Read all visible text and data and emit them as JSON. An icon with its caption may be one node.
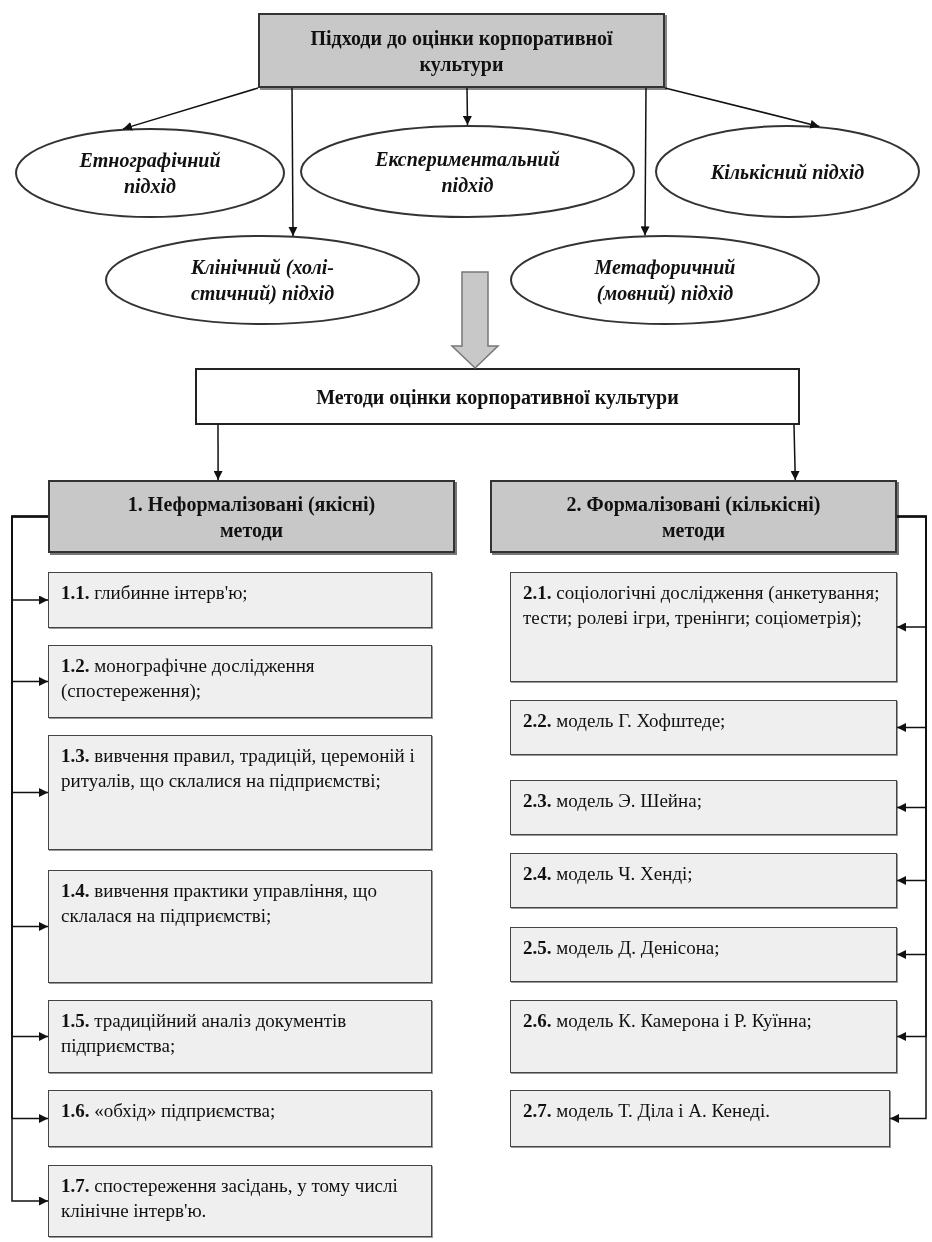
{
  "diagram": {
    "nodes": [
      {
        "text": [
          "Підходи до оцінки корпоративної культури"
        ]
      },
      {
        "text": [
          "Етнографічний підхід"
        ]
      },
      {
        "text": [
          "Експериментальний підхід"
        ]
      },
      {
        "text": [
          "Кількісний підхід"
        ]
      },
      {
        "text": [
          "Клінічний (холі-стичний) підхід"
        ]
      },
      {
        "text": [
          "Метафоричний (мовний) підхід"
        ]
      },
      {
        "text": [
          "Методи оцінки корпоративної культури"
        ]
      },
      {
        "text": [
          "1. Неформалізовані (якісні) методи"
        ]
      },
      {
        "text": [
          "2. Формалізовані (кількісні) методи"
        ]
      },
      {
        "text": [
          "**1.1.** глибинне інтерв'ю;"
        ]
      },
      {
        "text": [
          "**1.2.** монографічне дослідження (спостереження);"
        ]
      },
      {
        "text": [
          "**1.3.** вивчення правил, традицій, церемоній і ритуалів, що склалися на підприємстві;"
        ]
      },
      {
        "text": [
          "**1.4.** вивчення практики управління, що склалася на підприємстві;"
        ]
      },
      {
        "text": [
          "**1.5.** традиційний аналіз документів підприємства;"
        ]
      },
      {
        "text": [
          "**1.6.** «обхід» підприємства;"
        ]
      },
      {
        "text": [
          "**1.7.** спостереження засідань, у тому числі клінічне інтерв'ю."
        ]
      },
      {
        "text": [
          "**2.1.** соціологічні дослідження (анкетування; тести; ролеві ігри, тренінги; соціометрія);"
        ]
      },
      {
        "text": [
          "**2.2.** модель Г. Хофштеде;"
        ]
      },
      {
        "text": [
          "**2.3.** модель Э. Шейна;"
        ]
      },
      {
        "text": [
          "**2.4.** модель Ч. Хенді;"
        ]
      },
      {
        "text": [
          "**2.5.** модель Д. Денісона;"
        ]
      },
      {
        "text": [
          "**2.6.** модель К. Камерона і Р. Куїнна;"
        ]
      },
      {
        "text": [
          "**2.7.** модель Т. Діла і А. Кенеді."
        ]
      }
    ],
    "edges": [
      {
        "from": 0,
        "to": 1,
        "arrow": "to"
      },
      {
        "from": 0,
        "to": 4,
        "arrow": "to"
      },
      {
        "from": 0,
        "to": 2,
        "arrow": "to"
      },
      {
        "from": 0,
        "to": 5,
        "arrow": "to"
      },
      {
        "from": 0,
        "to": 3,
        "arrow": "to"
      },
      {
        "from": null,
        "to": 6,
        "arrow": "to",
        "style": "thick",
        "color": "#c8c8c8"
      },
      {
        "from": 6,
        "to": 7,
        "arrow": "to"
      },
      {
        "from": 6,
        "to": 8,
        "arrow": "to"
      },
      {
        "from": 7,
        "to": 9,
        "arrow": "to"
      },
      {
        "from": 7,
        "to": 10,
        "arrow": "to"
      },
      {
        "from": 7,
        "to": 11,
        "arrow": "to"
      },
      {
        "from": 7,
        "to": 12,
        "arrow": "to"
      },
      {
        "from": 7,
        "to": 13,
        "arrow": "to"
      },
      {
        "from": 7,
        "to": 14,
        "arrow": "to"
      },
      {
        "from": 7,
        "to": 15,
        "arrow": "to"
      },
      {
        "from": 8,
        "to": 16,
        "arrow": "to"
      },
      {
        "from": 8,
        "to": 17,
        "arrow": "to"
      },
      {
        "from": 8,
        "to": 18,
        "arrow": "to"
      },
      {
        "from": 8,
        "to": 19,
        "arrow": "to"
      },
      {
        "from": 8,
        "to": 20,
        "arrow": "to"
      },
      {
        "from": 8,
        "to": 21,
        "arrow": "to"
      },
      {
        "from": 8,
        "to": 22,
        "arrow": "to"
      }
    ]
  }
}
